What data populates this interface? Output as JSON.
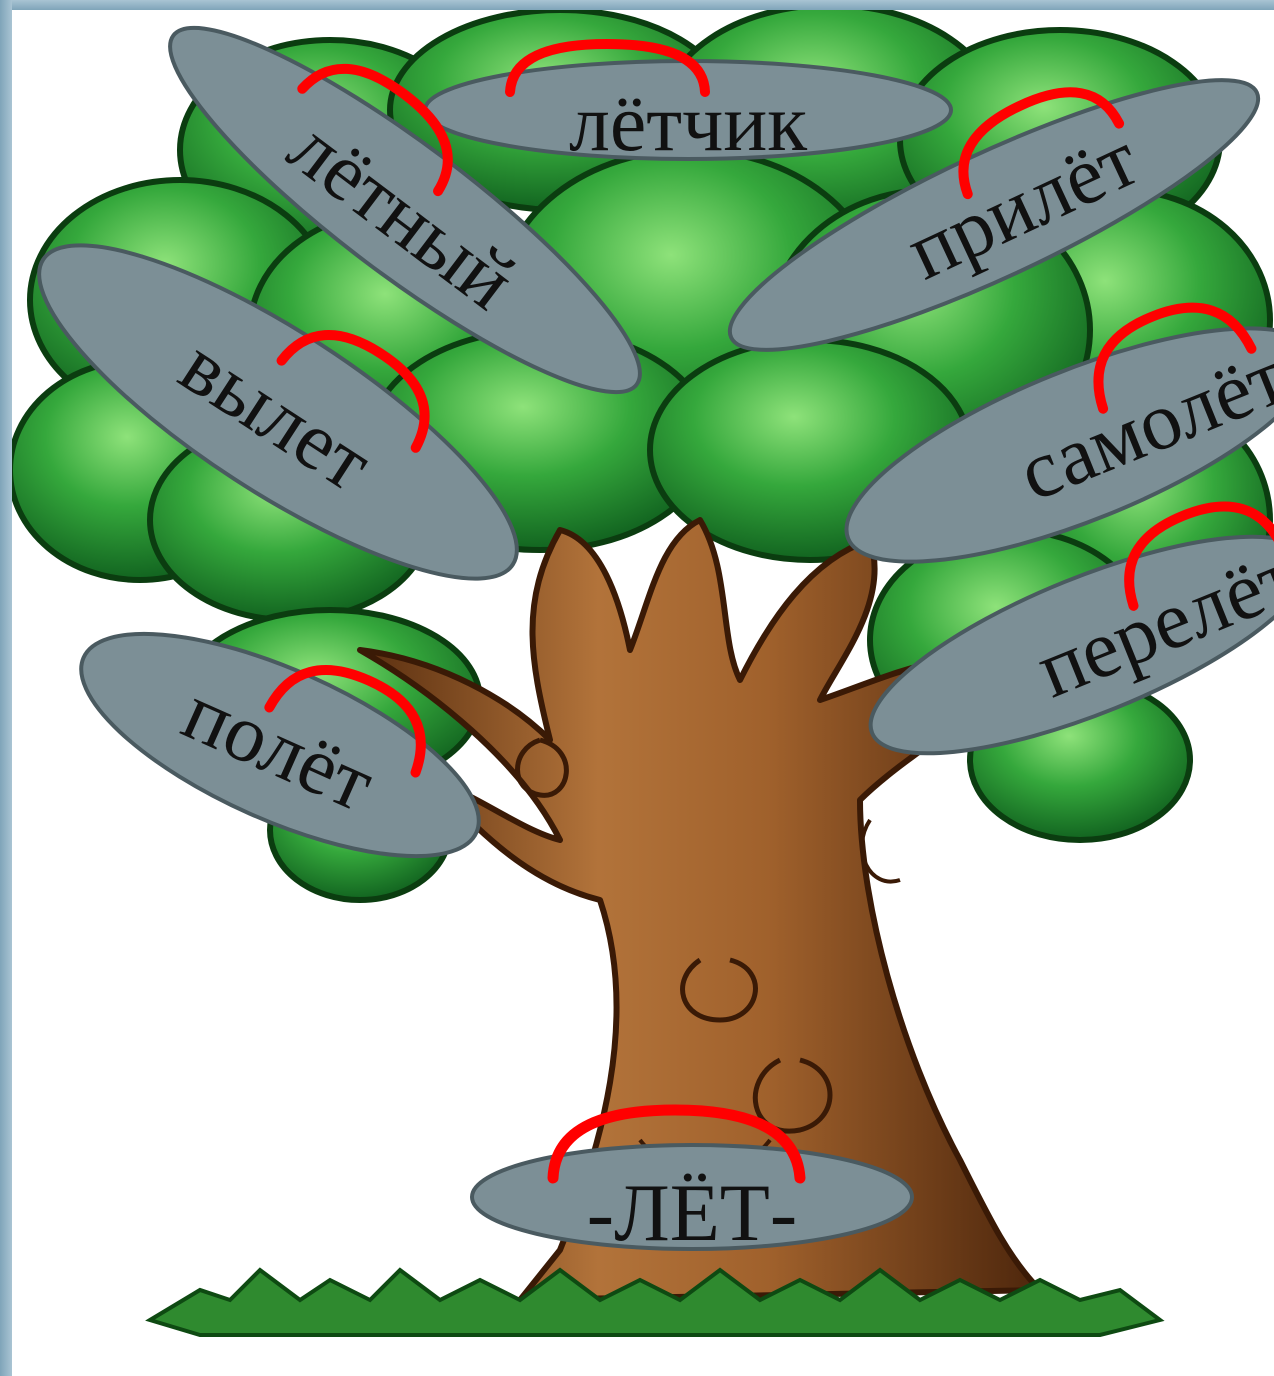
{
  "root_word": "-ЛЁТ-",
  "words": {
    "letchik": "лётчик",
    "letny": "лётный",
    "prilet": "прилёт",
    "vylet": "вылет",
    "samolet": "самолёт",
    "perelet": "перелёт",
    "polet": "полёт"
  },
  "colors": {
    "bubble_fill": "#7c8f96",
    "bubble_stroke": "#4a5a60",
    "root_arc": "#ff0000",
    "foliage": "#2f9a3a",
    "trunk": "#9a5a2a",
    "frame": "#8fb1c4"
  }
}
